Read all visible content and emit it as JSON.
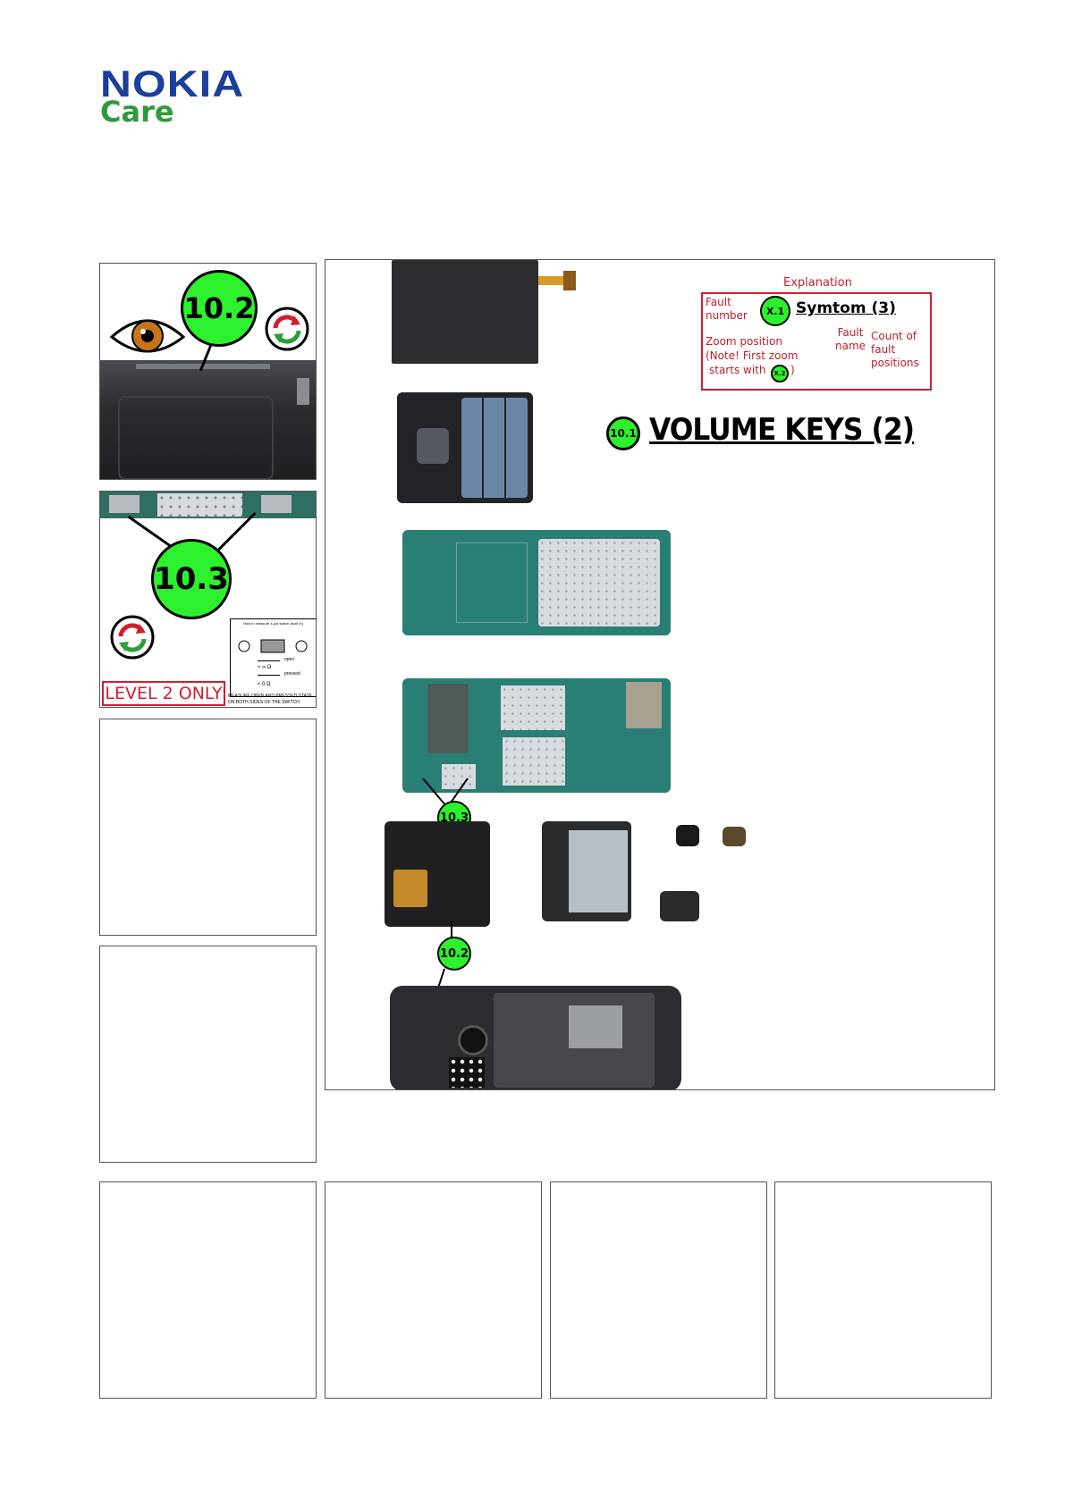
{
  "header": {
    "brand": "NOKIA",
    "sub_brand": "Care"
  },
  "colors": {
    "nokia_blue": "#1a3f9c",
    "care_green": "#2f9a3c",
    "bubble_green": "#2cf12c",
    "explanation_red": "#d21e2c"
  },
  "zoom_panels": {
    "zoom_1": {
      "bubble": "10.2",
      "icons": [
        "eye-icon",
        "replace-icon"
      ]
    },
    "zoom_2": {
      "bubble": "10.3",
      "level_label": "LEVEL 2 ONLY",
      "switch_title": "How to measure 4-pol switch (built in)",
      "open_label": "open",
      "pressed_label": "pressed",
      "open_value": "≈ ∞ Ω",
      "pressed_value": "≈ 0 Ω",
      "measure_note_1": "MEASURE OPEN AND PRESSED STATE",
      "measure_note_2": "ON BOTH SIDES OF THE SWITCH"
    }
  },
  "main_diagram": {
    "title_bubble": "10.1",
    "title": "VOLUME KEYS (2)",
    "bubble_lower_board": "10.3",
    "bubble_chassis": "10.2",
    "explanation": {
      "heading": "Explanation",
      "fault_number_label": "Fault number",
      "symptom_label": "Symtom (3)",
      "zoom_position_label": "Zoom position",
      "note_line_1": "(Note! First zoom",
      "note_line_2": "starts with",
      "note_close": ")",
      "fault_name_label": "Fault name",
      "count_label": "Count of fault positions",
      "bubble_x1": "X.1",
      "bubble_x2": "X.2"
    }
  }
}
